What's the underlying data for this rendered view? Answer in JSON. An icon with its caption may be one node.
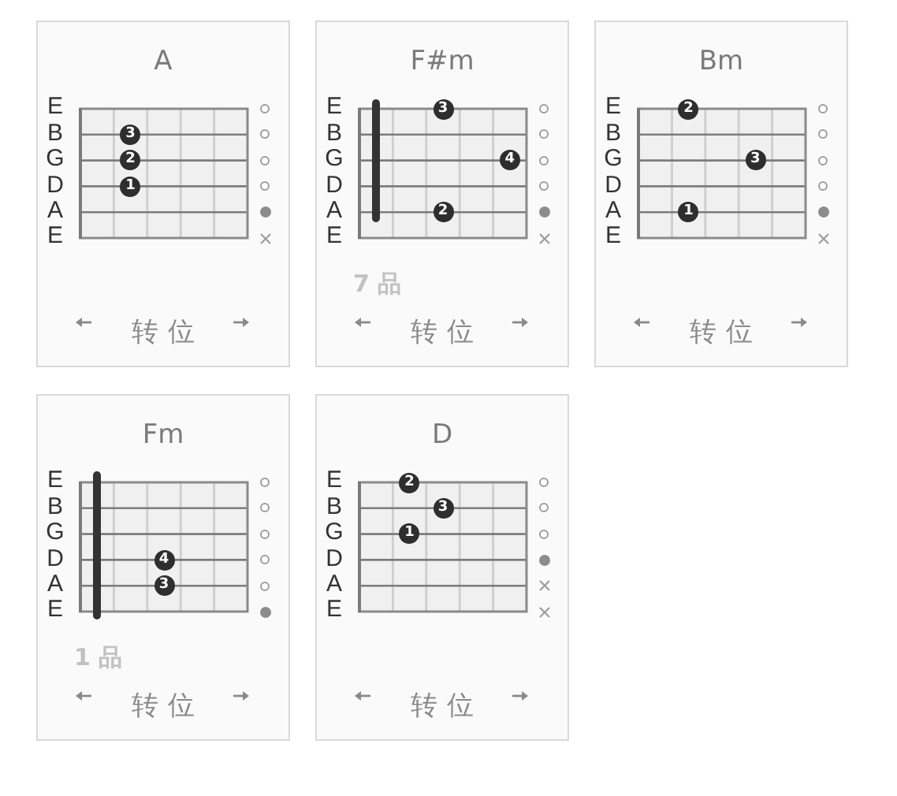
{
  "diagram": {
    "nodes": [
      {
        "text": [
          "A",
          "E B G D A E",
          "转位"
        ]
      },
      {
        "text": [
          "3"
        ],
        "in": 0
      },
      {
        "text": [
          "2"
        ],
        "in": 0
      },
      {
        "text": [
          "1"
        ],
        "in": 0
      },
      {
        "text": [
          "F#m",
          "E B G D A E",
          "7 品",
          "转位"
        ]
      },
      {
        "text": [
          "3"
        ],
        "in": 4
      },
      {
        "text": [
          "4"
        ],
        "in": 4
      },
      {
        "text": [
          "2"
        ],
        "in": 4
      },
      {
        "text": [
          "Bm",
          "E B G D A E",
          "转位"
        ]
      },
      {
        "text": [
          "2"
        ],
        "in": 8
      },
      {
        "text": [
          "3"
        ],
        "in": 8
      },
      {
        "text": [
          "1"
        ],
        "in": 8
      },
      {
        "text": [
          "Fm",
          "E B G D A E",
          "1 品",
          "转位"
        ]
      },
      {
        "text": [
          "4"
        ],
        "in": 12
      },
      {
        "text": [
          "3"
        ],
        "in": 12
      },
      {
        "text": [
          "D",
          "E B G D A E",
          "转位"
        ]
      },
      {
        "text": [
          "2"
        ],
        "in": 15
      },
      {
        "text": [
          "3"
        ],
        "in": 15
      },
      {
        "text": [
          "1"
        ],
        "in": 15
      }
    ]
  }
}
